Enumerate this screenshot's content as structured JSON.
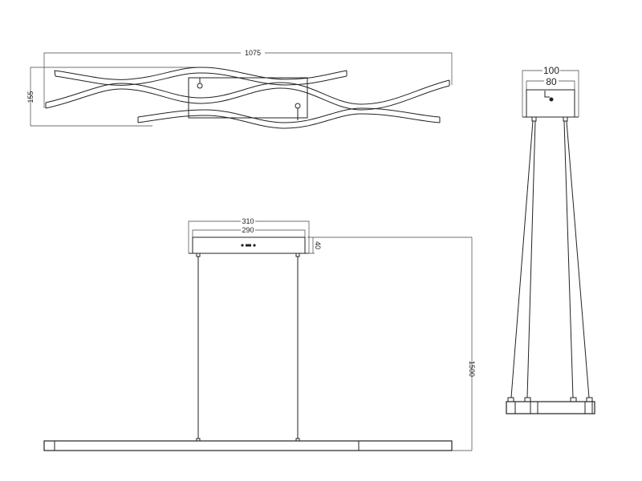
{
  "drawing": {
    "top_view": {
      "width_label": "1075",
      "depth_label": "155"
    },
    "side_view": {
      "outer_width_label": "100",
      "inner_width_label": "80"
    },
    "front_view": {
      "canopy_outer_label": "310",
      "canopy_inner_label": "290",
      "canopy_height_label": "40",
      "overall_height_label": "1500"
    }
  },
  "colors": {
    "line": "#222222",
    "background": "#ffffff"
  }
}
